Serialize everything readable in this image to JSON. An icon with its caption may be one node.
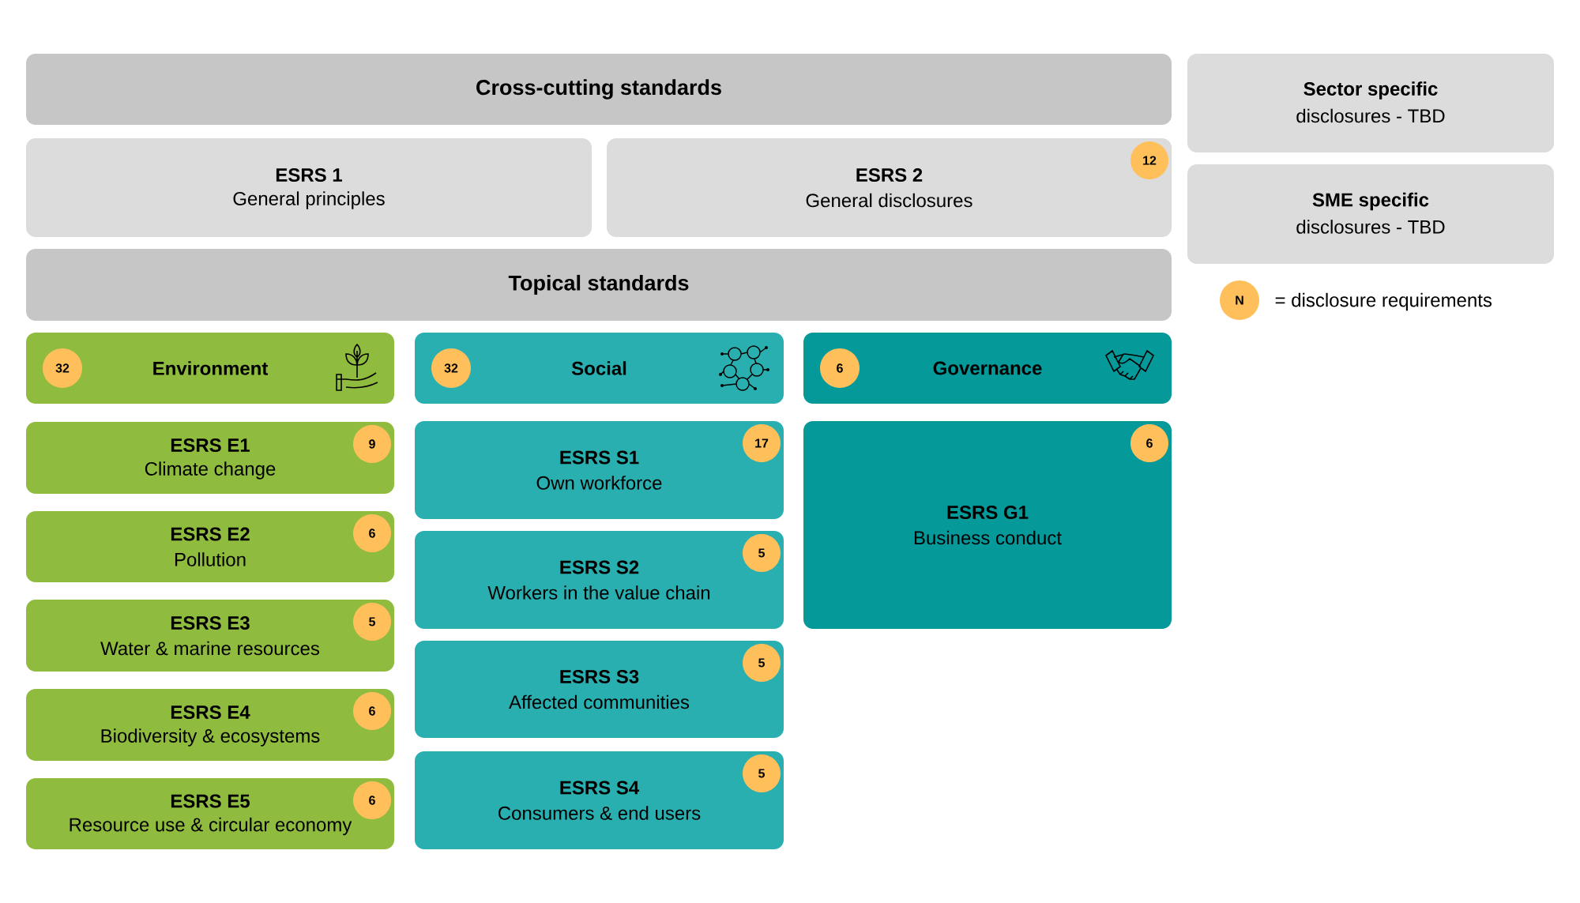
{
  "diagram": {
    "nodes": [
      {
        "text": [
          "Cross-cutting standards"
        ]
      },
      {
        "text": [
          "Sector specific",
          "disclosures - TBD"
        ]
      },
      {
        "text": [
          "ESRS 1",
          "General principles"
        ]
      },
      {
        "text": [
          "ESRS 2",
          "General disclosures"
        ]
      },
      {
        "text": [
          "12"
        ],
        "in": 3
      },
      {
        "text": [
          "SME specific",
          "disclosures - TBD"
        ]
      },
      {
        "text": [
          "Topical standards"
        ]
      },
      {
        "text": [
          "N"
        ]
      },
      {
        "text": [
          "Environment"
        ]
      },
      {
        "text": [
          "32"
        ],
        "in": 8
      },
      {
        "text": [
          "Social"
        ]
      },
      {
        "text": [
          "32"
        ],
        "in": 10
      },
      {
        "text": [
          "Governance"
        ]
      },
      {
        "text": [
          "6"
        ],
        "in": 12
      },
      {
        "text": [
          "ESRS E1",
          "Climate change"
        ]
      },
      {
        "text": [
          "9"
        ],
        "in": 14
      },
      {
        "text": [
          "ESRS E2",
          "Pollution"
        ]
      },
      {
        "text": [
          "6"
        ],
        "in": 16
      },
      {
        "text": [
          "ESRS E3",
          "Water & marine resources"
        ]
      },
      {
        "text": [
          "5"
        ],
        "in": 18
      },
      {
        "text": [
          "ESRS E4",
          "Biodiversity & ecosystems"
        ]
      },
      {
        "text": [
          "6"
        ],
        "in": 20
      },
      {
        "text": [
          "ESRS E5",
          "Resource use & circular economy"
        ]
      },
      {
        "text": [
          "6"
        ],
        "in": 22
      },
      {
        "text": [
          "ESRS S1",
          "Own workforce"
        ]
      },
      {
        "text": [
          "17"
        ],
        "in": 24
      },
      {
        "text": [
          "ESRS S2",
          "Workers in the value chain"
        ]
      },
      {
        "text": [
          "5"
        ],
        "in": 26
      },
      {
        "text": [
          "ESRS S3",
          "Affected communities"
        ]
      },
      {
        "text": [
          "5"
        ],
        "in": 28
      },
      {
        "text": [
          "ESRS S4",
          "Consumers & end users"
        ]
      },
      {
        "text": [
          "5"
        ],
        "in": 30
      },
      {
        "text": [
          "ESRS G1",
          "Business conduct"
        ]
      },
      {
        "text": [
          "6"
        ],
        "in": 32
      }
    ],
    "labels": [
      "= disclosure requirements"
    ]
  }
}
